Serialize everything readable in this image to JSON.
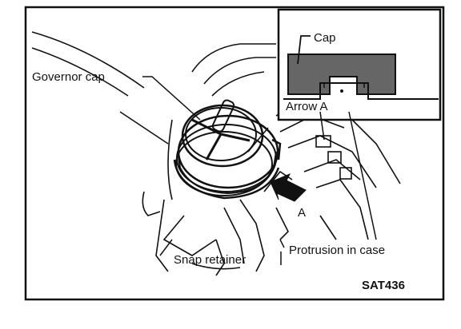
{
  "labels": {
    "governor_cap": "Governor cap",
    "cap": "Cap",
    "arrow_a": "Arrow A",
    "arrow_letter": "A",
    "snap_retainer": "Snap retainer",
    "protrusion": "Protrusion in case",
    "figure_code": "SAT436"
  },
  "colors": {
    "ink": "#111111",
    "paper": "#ffffff"
  }
}
